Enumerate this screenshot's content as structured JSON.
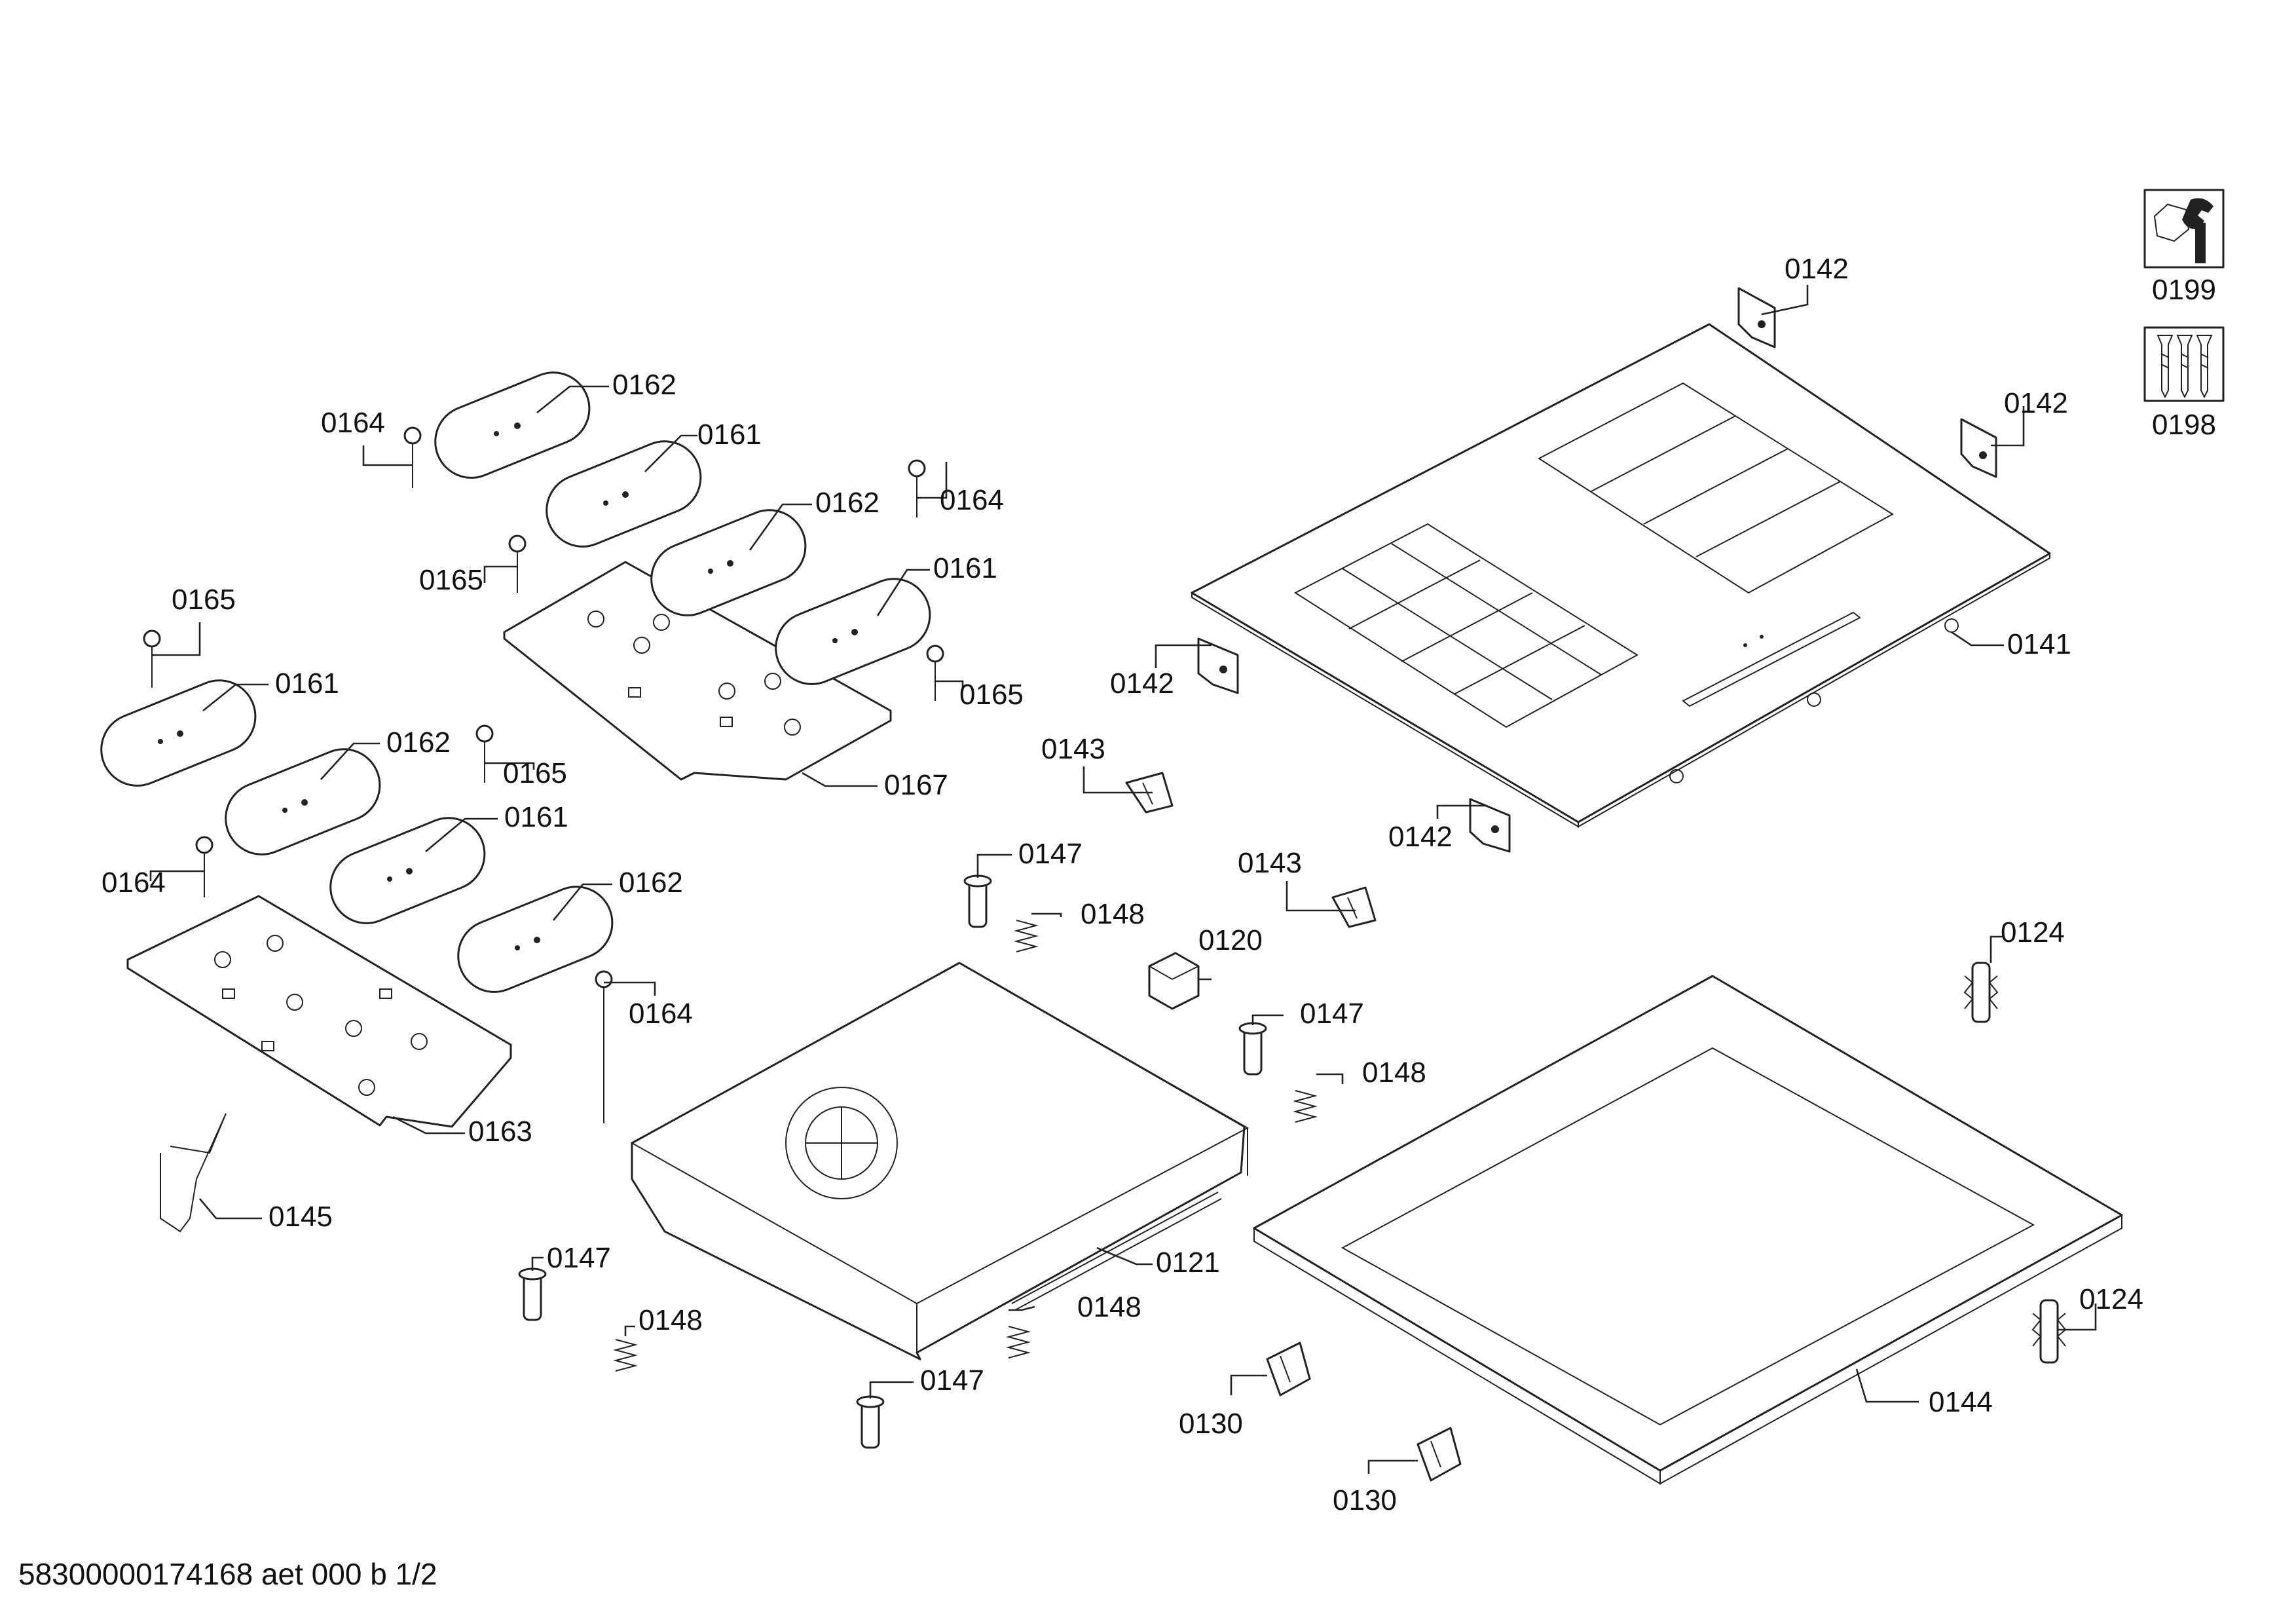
{
  "document_id": "58300000174168 aet 000 b 1/2",
  "tools": [
    {
      "label": "0199",
      "icon": "wrench-nut-icon"
    },
    {
      "label": "0198",
      "icon": "screws-icon"
    }
  ],
  "callouts": {
    "c0162a": "0162",
    "c0164a": "0164",
    "c0161a": "0161",
    "c0164b": "0164",
    "c0165a": "0165",
    "c0162b": "0162",
    "c0161b": "0161",
    "c0165b": "0165",
    "c0165c": "0165",
    "c0161c": "0161",
    "c0162c": "0162",
    "c0165d": "0165",
    "c0167": "0167",
    "c0161d": "0161",
    "c0164c": "0164",
    "c0162d": "0162",
    "c0164d": "0164",
    "c0163": "0163",
    "c0145": "0145",
    "c0142a": "0142",
    "c0142b": "0142",
    "c0142c": "0142",
    "c0142d": "0142",
    "c0141": "0141",
    "c0143a": "0143",
    "c0143b": "0143",
    "c0147a": "0147",
    "c0148a": "0148",
    "c0120": "0120",
    "c0147b": "0147",
    "c0148b": "0148",
    "c0121": "0121",
    "c0147c": "0147",
    "c0148c": "0148",
    "c0148d": "0148",
    "c0147d": "0147",
    "c0124a": "0124",
    "c0124b": "0124",
    "c0144": "0144",
    "c0130a": "0130",
    "c0130b": "0130"
  }
}
